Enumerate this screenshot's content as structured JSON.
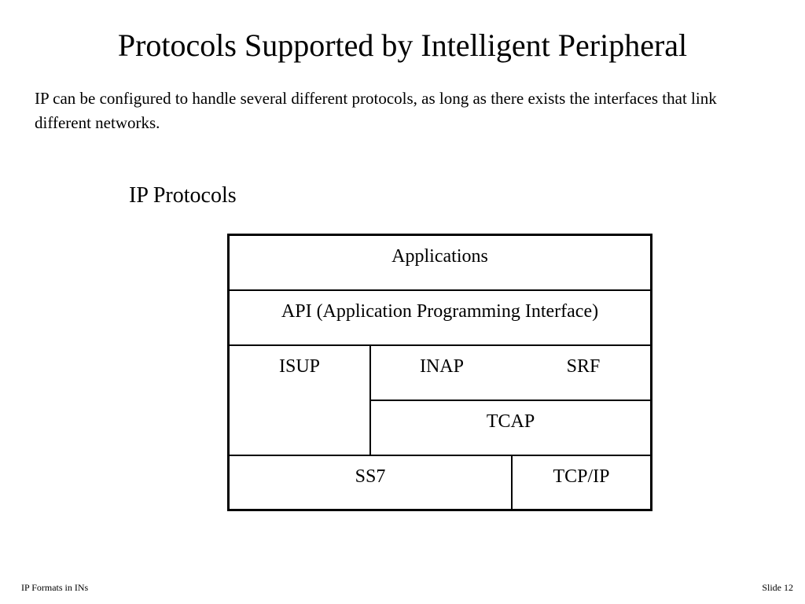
{
  "slide": {
    "title": "Protocols Supported by Intelligent Peripheral",
    "intro": "IP can be configured to handle several different protocols, as long as there exists the interfaces that link different networks.",
    "section_heading": "IP Protocols"
  },
  "protocol_stack": {
    "applications": "Applications",
    "api": "API (Application Programming Interface)",
    "isup": "ISUP",
    "inap": "INAP",
    "srf": "SRF",
    "tcap": "TCAP",
    "ss7": "SS7",
    "tcp_ip": "TCP/IP"
  },
  "footer": {
    "left": "IP Formats in INs",
    "right": "Slide 12"
  }
}
